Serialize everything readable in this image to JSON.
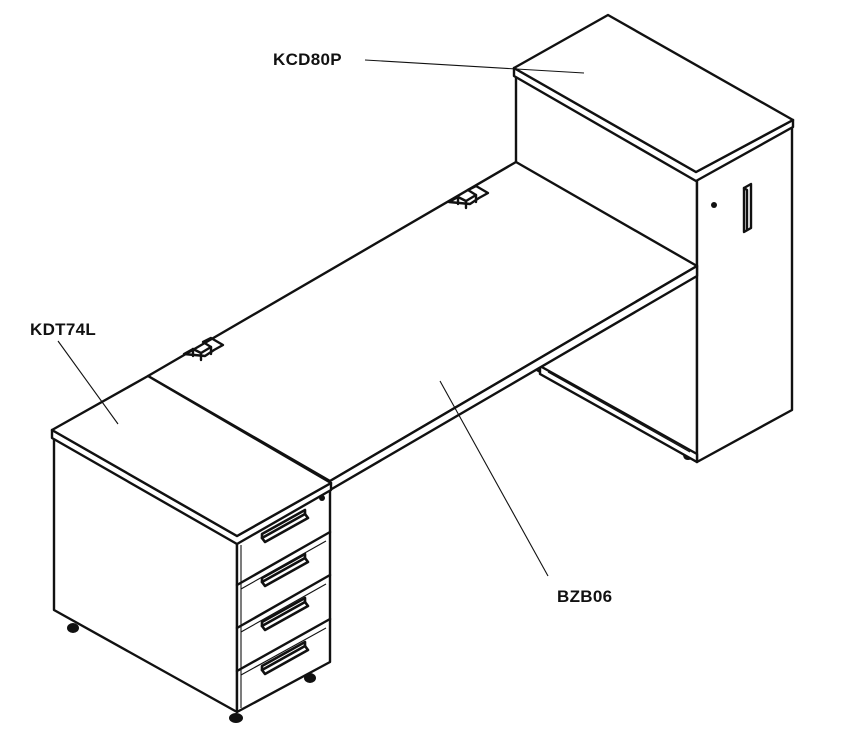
{
  "labels": {
    "cabinet": "KCD80P",
    "pedestal": "KDT74L",
    "desk": "BZB06"
  },
  "colors": {
    "line": "#111111",
    "background": "#ffffff"
  }
}
